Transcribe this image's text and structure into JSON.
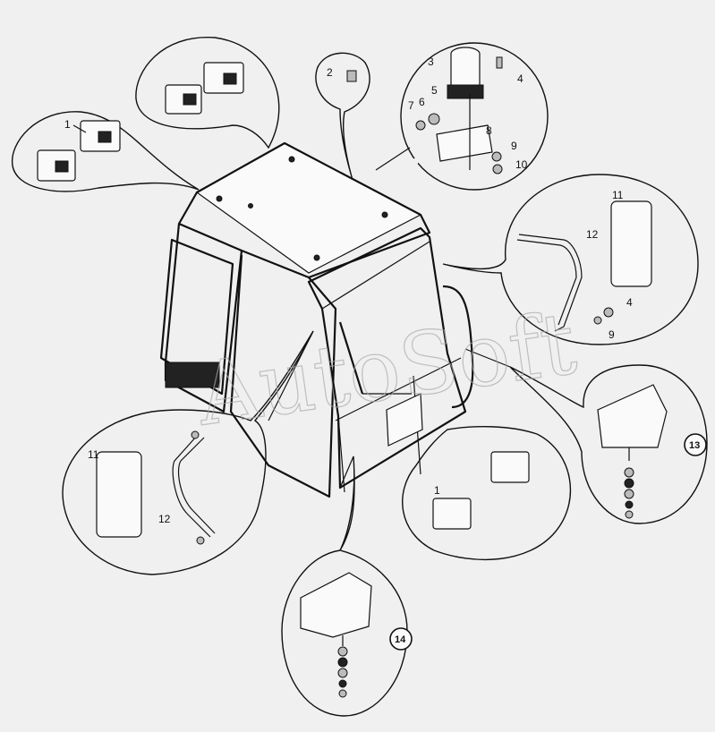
{
  "watermark": "AutoSoft",
  "labels": {
    "l1a": "1",
    "l2": "2",
    "l3": "3",
    "l4a": "4",
    "l5": "5",
    "l6": "6",
    "l7": "7",
    "l8": "8",
    "l9a": "9",
    "l10": "10",
    "l11a": "11",
    "l12a": "12",
    "l4b": "4",
    "l9b": "9",
    "l13": "13",
    "l11b": "11",
    "l12b": "12",
    "l1b": "1",
    "l14": "14"
  }
}
